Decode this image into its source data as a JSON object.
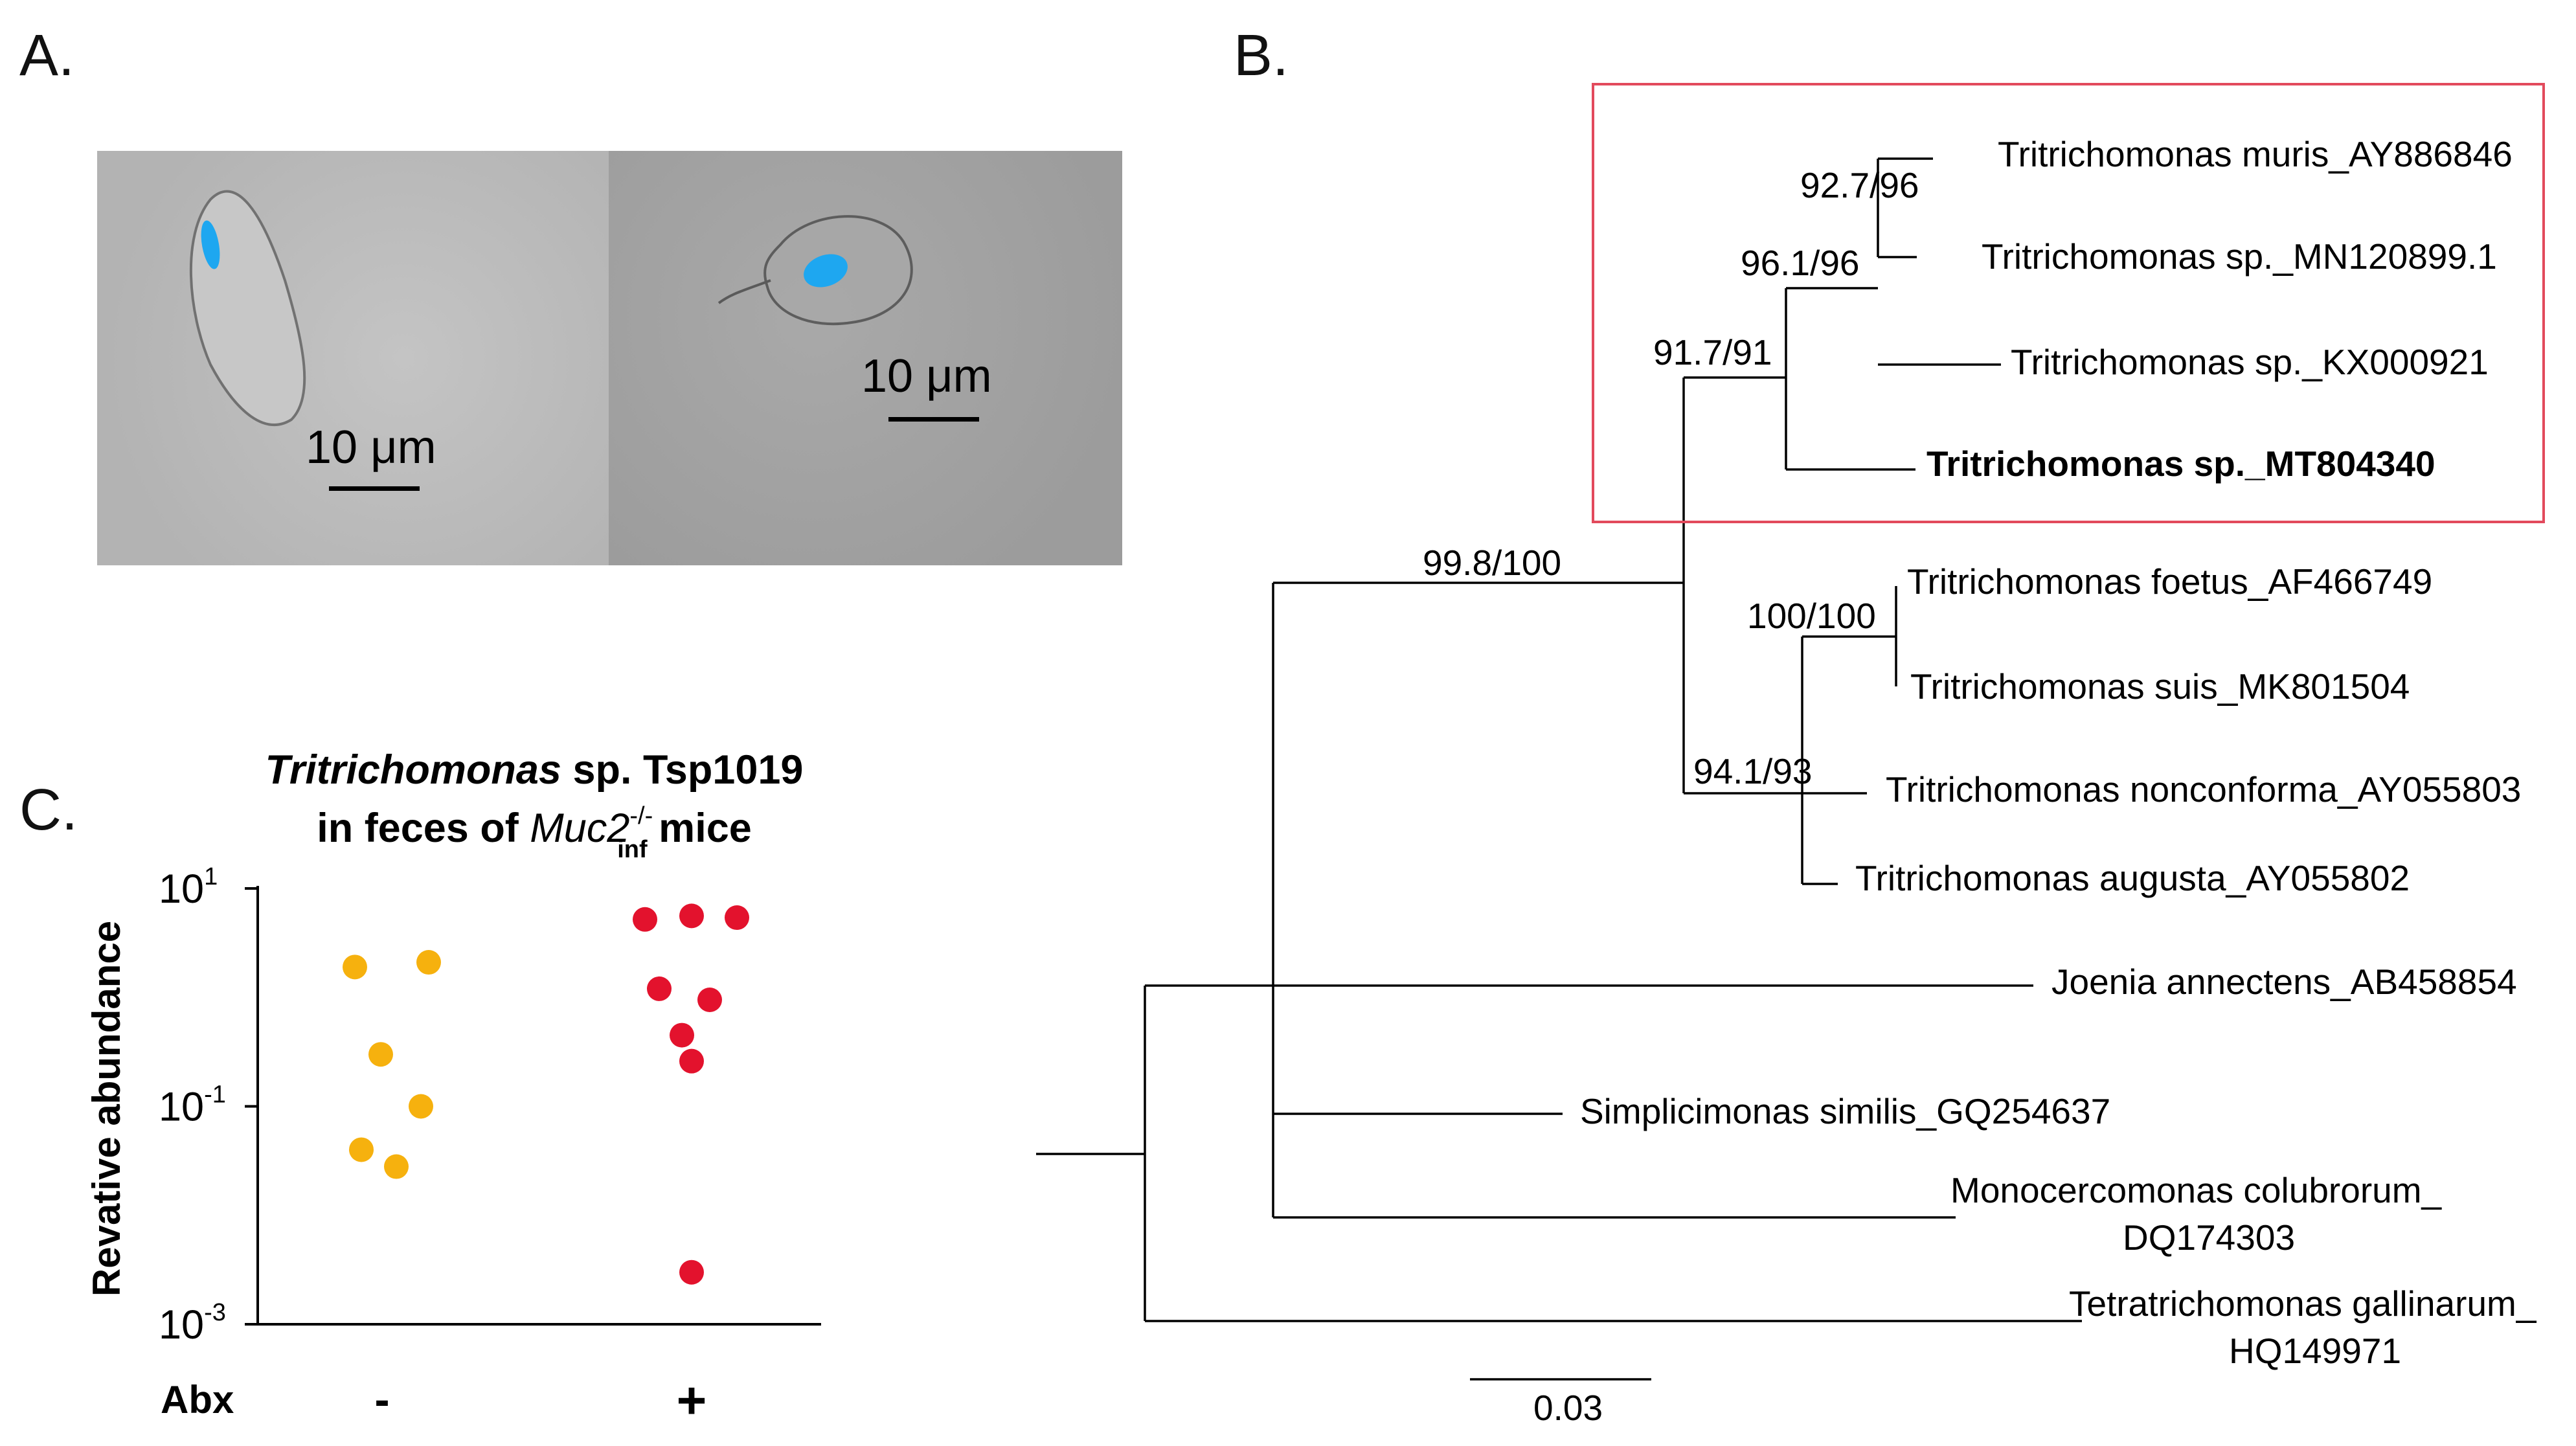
{
  "panels": {
    "a": "A.",
    "b": "B.",
    "c": "C."
  },
  "panelA": {
    "scale_left": "10 μm",
    "scale_right": "10 μm",
    "nucleus_color": "#1ea7f0"
  },
  "panelC": {
    "title_italic": "Tritrichomonas",
    "title_rest": " sp. Tsp1019",
    "title_line2_prefix": "in feces of ",
    "title_gene": "Muc2",
    "title_superscript": "-/-",
    "title_subscript": "inf",
    "title_suffix": " mice",
    "ylabel": "Revative abundance",
    "ytick_base": "10",
    "ytick_exponents": [
      "1",
      "-1",
      "-3"
    ],
    "group_label": "Abx",
    "group_minus": "-",
    "group_plus": "+"
  },
  "chart_data": {
    "type": "scatter",
    "ylabel": "Revative abundance",
    "yscale": "log",
    "ylim": [
      0.001,
      10
    ],
    "categories": [
      "-",
      "+"
    ],
    "series": [
      {
        "group": "-",
        "color": "#f6b10e",
        "values": [
          1.9,
          2.1,
          0.3,
          0.1,
          0.04,
          0.028
        ]
      },
      {
        "group": "+",
        "color": "#e3122d",
        "values": [
          5.2,
          5.6,
          5.4,
          1.2,
          0.95,
          0.45,
          0.26,
          0.003
        ]
      }
    ]
  },
  "tree": {
    "highlight_color": "#e24a5c",
    "scale_label": "0.03",
    "taxa": [
      {
        "label": "Tritrichomonas muris_AY886846",
        "bold": false
      },
      {
        "label": "Tritrichomonas sp._MN120899.1",
        "bold": false
      },
      {
        "label": "Tritrichomonas sp._KX000921",
        "bold": false
      },
      {
        "label": "Tritrichomonas sp._MT804340",
        "bold": true
      },
      {
        "label": "Tritrichomonas foetus_AF466749",
        "bold": false
      },
      {
        "label": "Tritrichomonas suis_MK801504",
        "bold": false
      },
      {
        "label": "Tritrichomonas nonconforma_AY055803",
        "bold": false
      },
      {
        "label": "Tritrichomonas augusta_AY055802",
        "bold": false
      },
      {
        "label": "Joenia annectens_AB458854",
        "bold": false
      },
      {
        "label": "Simplicimonas similis_GQ254637",
        "bold": false
      },
      {
        "label": "Monocercomonas colubrorum_",
        "label2": "DQ174303",
        "bold": false
      },
      {
        "label": "Tetratrichomonas gallinarum_",
        "label2": "HQ149971",
        "bold": false
      }
    ],
    "supports": [
      "92.7/96",
      "96.1/96",
      "91.7/91",
      "99.8/100",
      "100/100",
      "94.1/93"
    ]
  }
}
